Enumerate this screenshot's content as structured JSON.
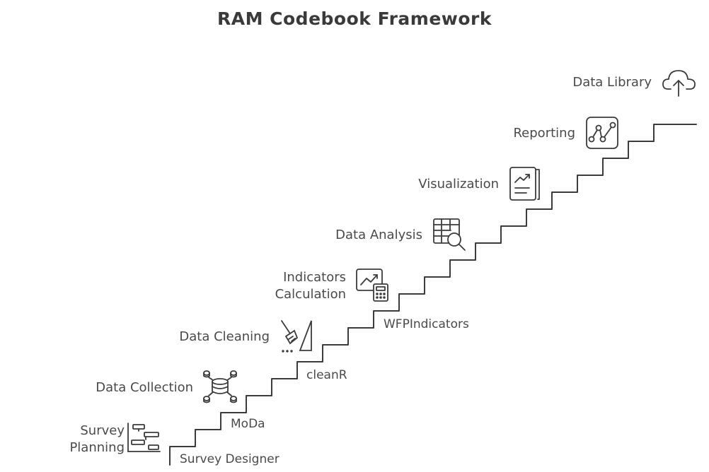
{
  "title": "RAM Codebook Framework",
  "steps": [
    {
      "label_lines": [
        "Survey",
        "Planning"
      ],
      "icon": "gantt-chart-icon"
    },
    {
      "label_lines": [
        "Data Collection"
      ],
      "icon": "database-network-icon"
    },
    {
      "label_lines": [
        "Data Cleaning"
      ],
      "icon": "broom-icon"
    },
    {
      "label_lines": [
        "Indicators",
        "Calculation"
      ],
      "icon": "chart-calculator-icon"
    },
    {
      "label_lines": [
        "Data Analysis"
      ],
      "icon": "table-search-icon"
    },
    {
      "label_lines": [
        "Visualization"
      ],
      "icon": "report-chart-icon"
    },
    {
      "label_lines": [
        "Reporting"
      ],
      "icon": "line-graph-icon"
    },
    {
      "label_lines": [
        "Data Library"
      ],
      "icon": "cloud-upload-icon"
    }
  ],
  "tools": [
    "Survey Designer",
    "MoDa",
    "cleanR",
    "WFPIndicators"
  ],
  "colors": {
    "line": "#3b3b3b",
    "text": "#4a4a4a"
  }
}
